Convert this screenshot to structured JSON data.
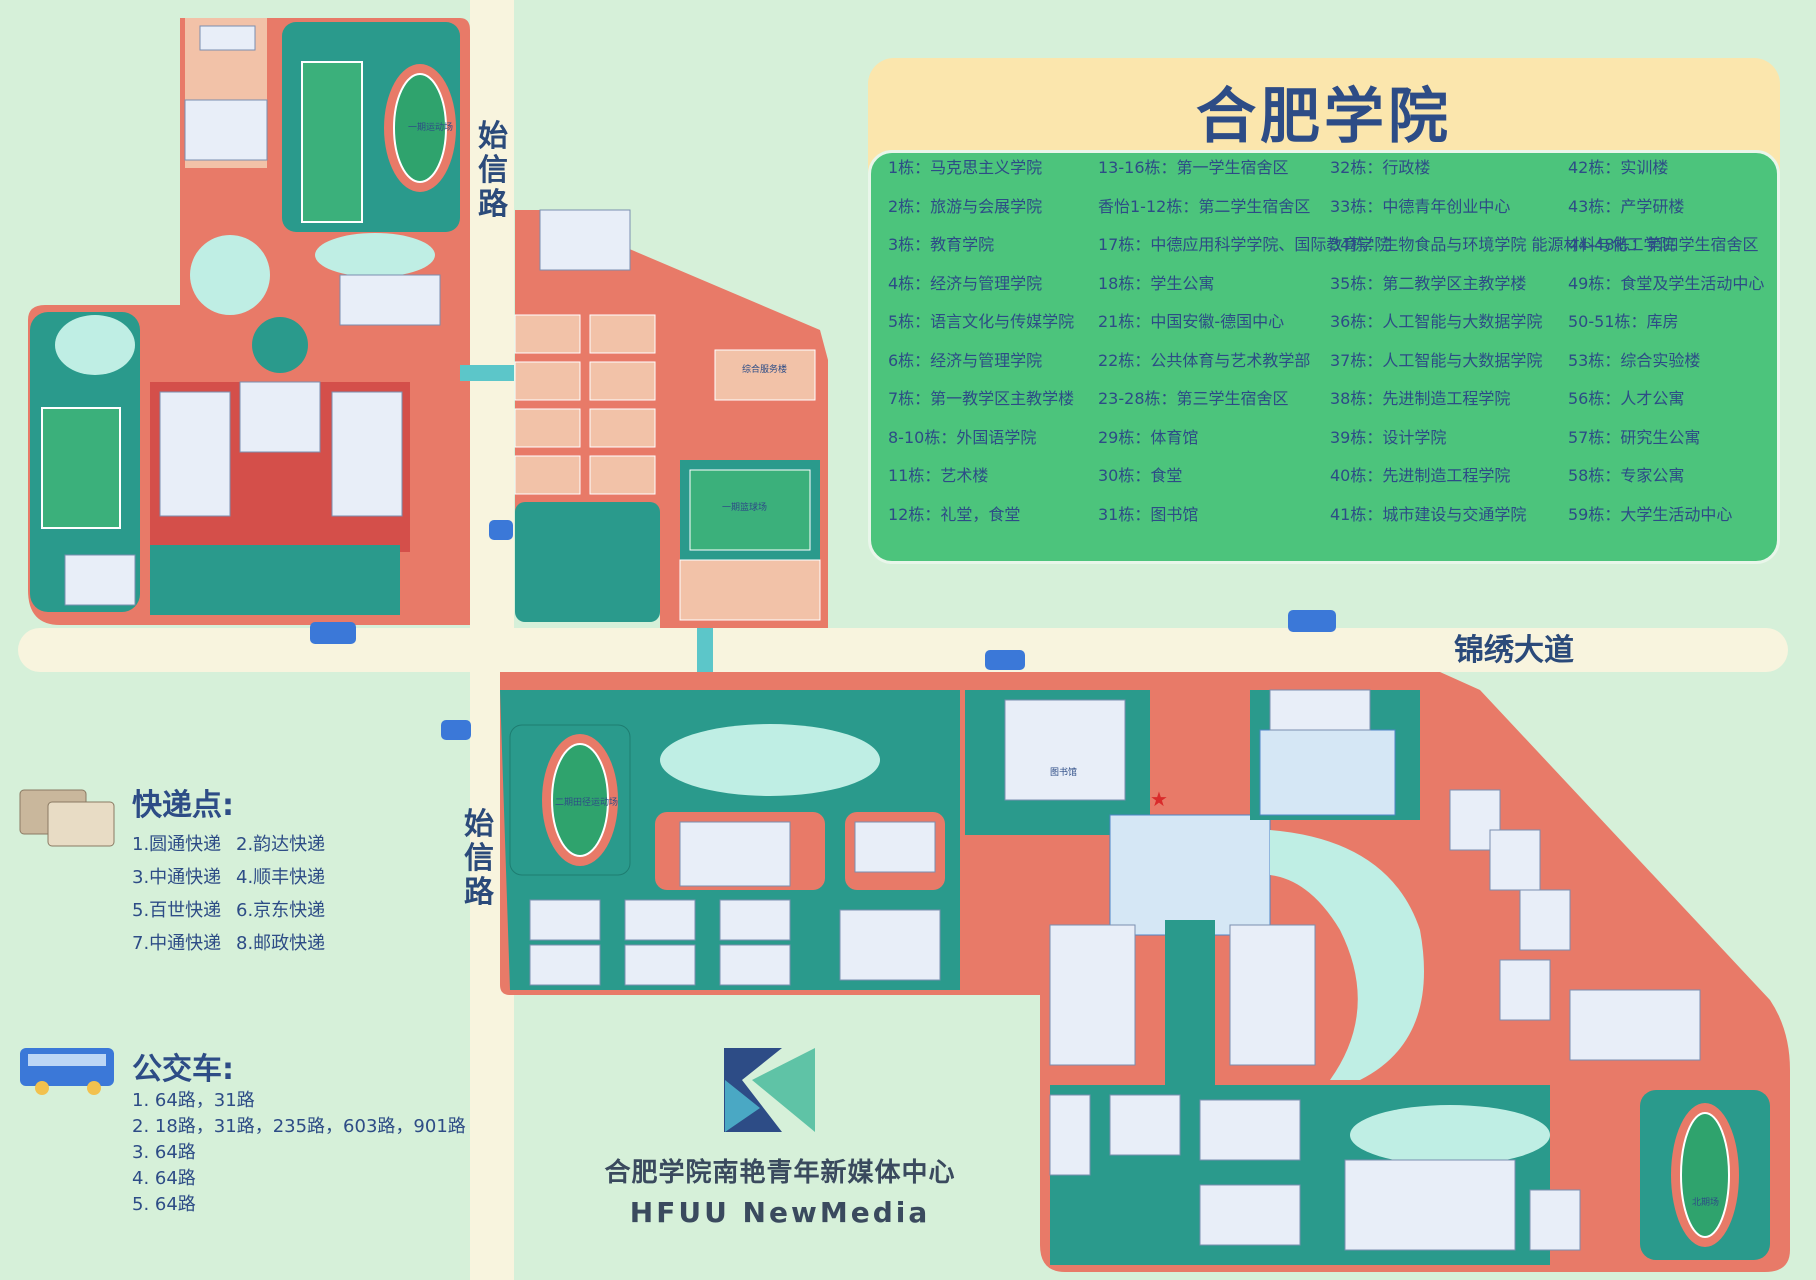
{
  "title": "合肥学院",
  "roads": {
    "shixin_top": "始信路",
    "shixin_bottom": "始信路",
    "jinxiu": "锦绣大道"
  },
  "buildings": [
    {
      "code": "1栋",
      "name": "马克思主义学院"
    },
    {
      "code": "2栋",
      "name": "旅游与会展学院"
    },
    {
      "code": "3栋",
      "name": "教育学院"
    },
    {
      "code": "4栋",
      "name": "经济与管理学院"
    },
    {
      "code": "5栋",
      "name": "语言文化与传媒学院"
    },
    {
      "code": "6栋",
      "name": "经济与管理学院"
    },
    {
      "code": "7栋",
      "name": "第一教学区主教学楼"
    },
    {
      "code": "8-10栋",
      "name": "外国语学院"
    },
    {
      "code": "11栋",
      "name": "艺术楼"
    },
    {
      "code": "12栋",
      "name": "礼堂，食堂"
    },
    {
      "code": "13-16栋",
      "name": "第一学生宿舍区"
    },
    {
      "code": "香怡1-12栋",
      "name": "第二学生宿舍区"
    },
    {
      "code": "17栋",
      "name": "中德应用科学学院、国际教育学院"
    },
    {
      "code": "18栋",
      "name": "学生公寓"
    },
    {
      "code": "21栋",
      "name": "中国安徽-德国中心"
    },
    {
      "code": "22栋",
      "name": "公共体育与艺术教学部"
    },
    {
      "code": "23-28栋",
      "name": "第三学生宿舍区"
    },
    {
      "code": "29栋",
      "name": "体育馆"
    },
    {
      "code": "30栋",
      "name": "食堂"
    },
    {
      "code": "31栋",
      "name": "图书馆"
    },
    {
      "code": "32栋",
      "name": "行政楼"
    },
    {
      "code": "33栋",
      "name": "中德青年创业中心"
    },
    {
      "code": "34栋",
      "name": "生物食品与环境学院 能源材料与化工学院"
    },
    {
      "code": "35栋",
      "name": "第二教学区主教学楼"
    },
    {
      "code": "36栋",
      "name": "人工智能与大数据学院"
    },
    {
      "code": "37栋",
      "name": "人工智能与大数据学院"
    },
    {
      "code": "38栋",
      "name": "先进制造工程学院"
    },
    {
      "code": "39栋",
      "name": "设计学院"
    },
    {
      "code": "40栋",
      "name": "先进制造工程学院"
    },
    {
      "code": "41栋",
      "name": "城市建设与交通学院"
    },
    {
      "code": "42栋",
      "name": "实训楼"
    },
    {
      "code": "43栋",
      "name": "产学研楼"
    },
    {
      "code": "44-48栋",
      "name": "第四学生宿舍区"
    },
    {
      "code": "49栋",
      "name": "食堂及学生活动中心"
    },
    {
      "code": "50-51栋",
      "name": "库房"
    },
    {
      "code": "53栋",
      "name": "综合实验楼"
    },
    {
      "code": "56栋",
      "name": "人才公寓"
    },
    {
      "code": "57栋",
      "name": "研究生公寓"
    },
    {
      "code": "58栋",
      "name": "专家公寓"
    },
    {
      "code": "59栋",
      "name": "大学生活动中心"
    }
  ],
  "courier": {
    "title": "快递点:",
    "items": [
      "1.圆通快递",
      "2.韵达快递",
      "3.中通快递",
      "4.顺丰快递",
      "5.百世快递",
      "6.京东快递",
      "7.中通快递",
      "8.邮政快递"
    ]
  },
  "bus": {
    "title": "公交车:",
    "lines": [
      "1. 64路，31路",
      "2. 18路，31路，235路，603路，901路",
      "3. 64路",
      "4. 64路",
      "5. 64路"
    ]
  },
  "brand": {
    "cn": "合肥学院南艳青年新媒体中心",
    "en": "HFUU NewMedia"
  },
  "colors": {
    "background": "#d6f0d9",
    "road": "#f8f4de",
    "campus_red": "#e87a68",
    "campus_teal": "#2a9a8c",
    "legend_green": "#4cc47c",
    "legend_title_bg": "#fbe6ad",
    "text_blue": "#2d4c86"
  },
  "map_labels": {
    "track_west": "一期运动场",
    "track_south": "二期田径运动场",
    "track_east": "北期场",
    "library": "图书馆",
    "admin": "综合服务楼",
    "basketball": "一期篮球场"
  }
}
